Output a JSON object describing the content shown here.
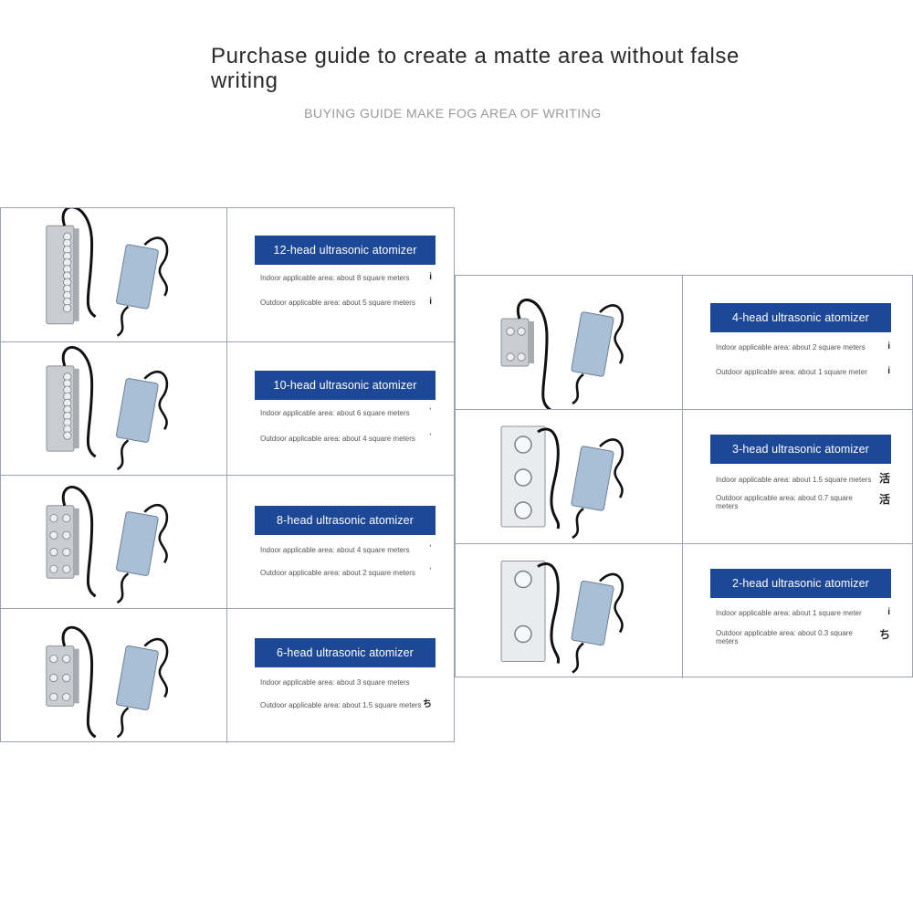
{
  "header": {
    "title": "Purchase guide to create a matte area without false writing",
    "subtitle": "BUYING GUIDE MAKE FOG AREA OF WRITING"
  },
  "colors": {
    "banner": "#1d4897",
    "border": "#9aa3b0",
    "device_body": "#c9ccd1",
    "power_supply": "#a9bfd6",
    "cable": "#111111"
  },
  "products_left": [
    {
      "banner": "12-head ultrasonic atomizer",
      "heads": 12,
      "indoor": "Indoor applicable area: about 8 square meters",
      "outdoor": "Outdoor applicable area: about 5 square meters",
      "mark_indoor": "i",
      "mark_outdoor": "i"
    },
    {
      "banner": "10-head ultrasonic atomizer",
      "heads": 10,
      "indoor": "Indoor applicable area: about 6 square meters",
      "outdoor": "Outdoor applicable area: about 4 square meters",
      "mark_indoor": "ˈ",
      "mark_outdoor": "ˈ"
    },
    {
      "banner": "8-head ultrasonic atomizer",
      "heads": 8,
      "indoor": "Indoor applicable area: about 4 square meters",
      "outdoor": "Outdoor applicable area: about 2 square meters",
      "mark_indoor": "ˈ",
      "mark_outdoor": "ˈ"
    },
    {
      "banner": "6-head ultrasonic atomizer",
      "heads": 6,
      "indoor": "Indoor applicable area: about 3 square meters",
      "outdoor": "Outdoor applicable area: about 1.5 square meters",
      "mark_indoor": "",
      "mark_outdoor": "ち"
    }
  ],
  "products_right": [
    {
      "banner": "4-head ultrasonic atomizer",
      "heads": 4,
      "indoor": "Indoor applicable area: about 2 square meters",
      "outdoor": "Outdoor applicable area: about 1 square meter",
      "mark_indoor": "i",
      "mark_outdoor": "i"
    },
    {
      "banner": "3-head ultrasonic atomizer",
      "heads": 3,
      "indoor": "Indoor applicable area: about 1.5 square meters",
      "outdoor": "Outdoor applicable area: about 0.7 square meters",
      "mark_indoor": "活",
      "mark_outdoor": "活"
    },
    {
      "banner": "2-head ultrasonic atomizer",
      "heads": 2,
      "indoor": "Indoor applicable area: about 1 square meter",
      "outdoor": "Outdoor applicable area: about 0.3 square meters",
      "mark_indoor": "i",
      "mark_outdoor": "ち"
    }
  ]
}
